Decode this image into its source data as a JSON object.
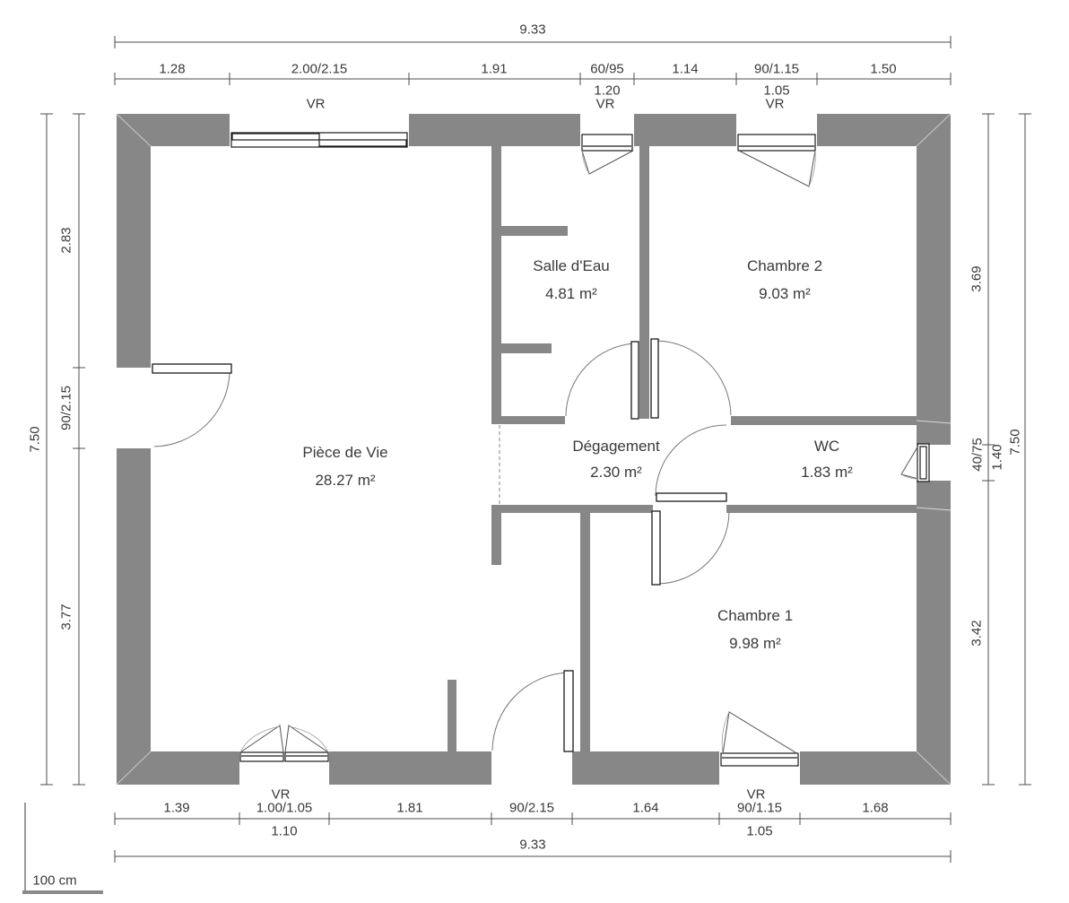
{
  "rooms": {
    "piece_de_vie": {
      "name": "Pièce de Vie",
      "area": "28.27 m²"
    },
    "salle_eau": {
      "name": "Salle d'Eau",
      "area": "4.81 m²"
    },
    "chambre_2": {
      "name": "Chambre 2",
      "area": "9.03 m²"
    },
    "degagement": {
      "name": "Dégagement",
      "area": "2.30 m²"
    },
    "wc": {
      "name": "WC",
      "area": "1.83 m²"
    },
    "chambre_1": {
      "name": "Chambre 1",
      "area": "9.98 m²"
    }
  },
  "dimensions": {
    "top": {
      "overall": "9.33",
      "segments": [
        "1.28",
        "2.00/2.15",
        "1.91",
        "60/95",
        "1.14",
        "90/1.15",
        "1.50"
      ],
      "sills": [
        "1.20",
        "1.05"
      ],
      "vr_labels": [
        "VR",
        "VR",
        "VR"
      ]
    },
    "bottom": {
      "overall": "9.33",
      "segments": [
        "1.39",
        "1.00/1.05",
        "1.81",
        "90/2.15",
        "1.64",
        "90/1.15",
        "1.68"
      ],
      "sills": [
        "1.10",
        "1.05"
      ],
      "vr_labels": [
        "VR",
        "VR"
      ]
    },
    "left": {
      "overall": "7.50",
      "segments": [
        "2.83",
        "90/2.15",
        "3.77"
      ]
    },
    "right": {
      "overall": "7.50",
      "segments": [
        "3.69",
        "40/75",
        "3.42"
      ],
      "sills": [
        "1.40"
      ]
    }
  },
  "scale_bar": {
    "label": "100 cm"
  },
  "colors": {
    "wall": "#878787",
    "dim_line": "#4d4d4d",
    "text": "#3a3a3a"
  }
}
